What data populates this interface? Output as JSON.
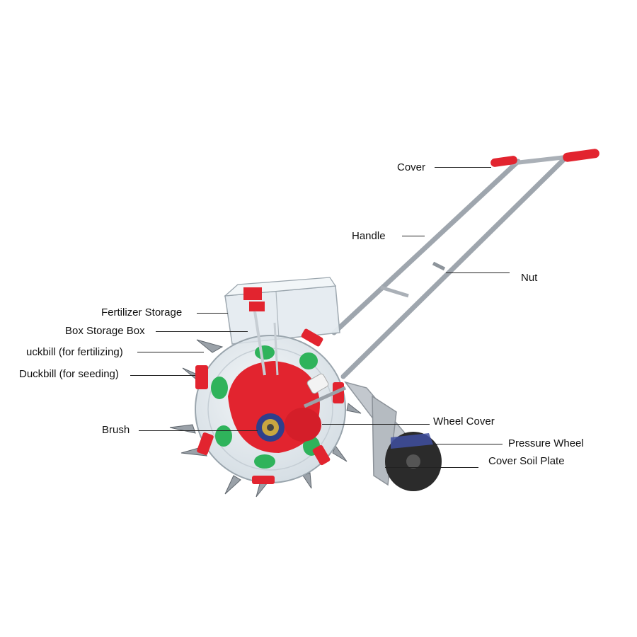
{
  "labels": {
    "cover": "Cover",
    "handle": "Handle",
    "nut": "Nut",
    "fertilizer_storage": "Fertilizer Storage",
    "box_storage_box": "Box Storage Box",
    "duckbill_fertilizing": "uckbill (for fertilizing)",
    "duckbill_seeding": "Duckbill (for seeding)",
    "brush": "Brush",
    "wheel_cover": "Wheel Cover",
    "pressure_wheel": "Pressure Wheel",
    "cover_soil_plate": "Cover Soil Plate"
  },
  "colors": {
    "body_red": "#e2242f",
    "accent_green": "#2fb35b",
    "metal": "#b9bec4",
    "wheel_black": "#2b2b2b",
    "transparent_plastic": "#dfe8ee"
  }
}
